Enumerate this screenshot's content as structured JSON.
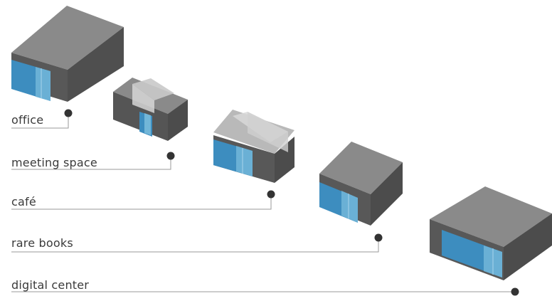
{
  "colors": {
    "roof": "#8a8a8a",
    "side_dark": "#4f4f4f",
    "side_mid": "#676767",
    "glass_blue": "#3d8dbf",
    "glass_light": "#72b6d8",
    "glass_gray": "#c9c9c9",
    "leader": "#9a9a9a",
    "dot": "#333333"
  },
  "spaces": [
    {
      "label": "office",
      "icon": "building-icon"
    },
    {
      "label": "meeting space",
      "icon": "building-icon"
    },
    {
      "label": "café",
      "icon": "building-icon"
    },
    {
      "label": "rare books",
      "icon": "building-icon"
    },
    {
      "label": "digital center",
      "icon": "building-icon"
    }
  ]
}
